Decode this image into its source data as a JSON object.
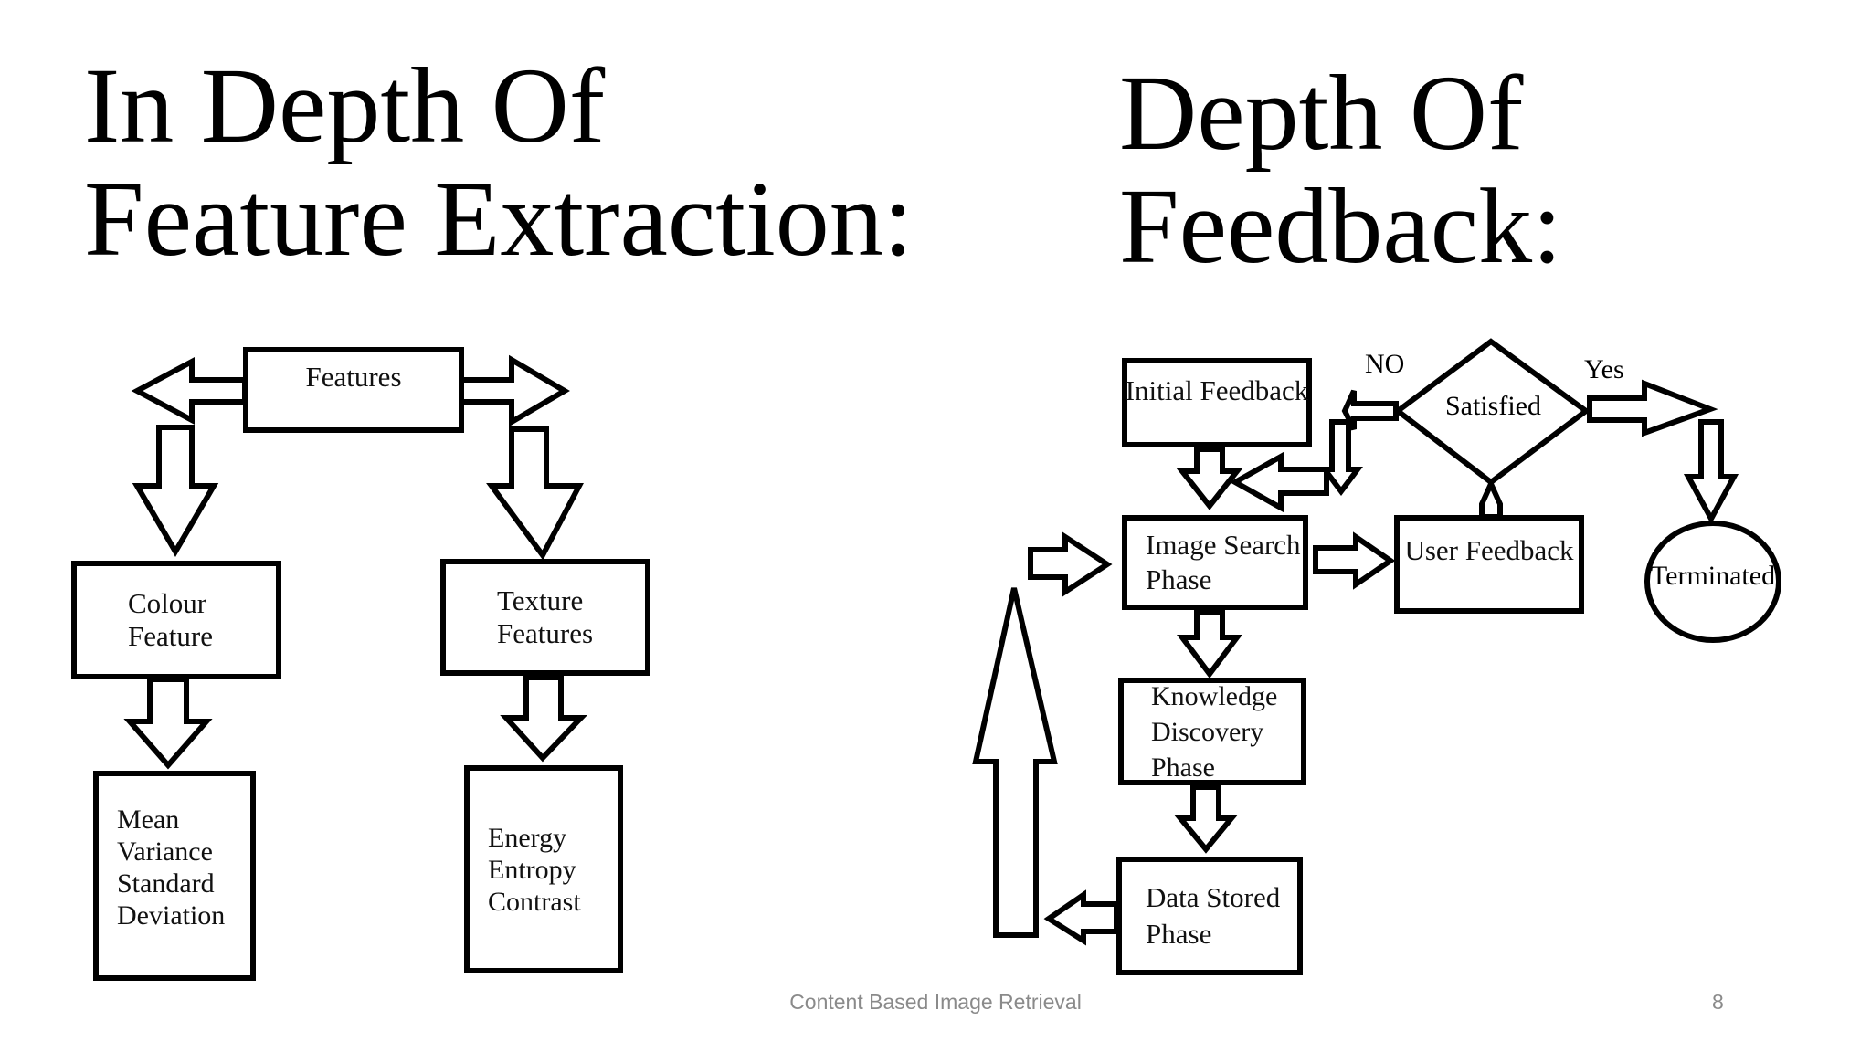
{
  "titles": {
    "left": [
      "In Depth Of",
      "Feature Extraction:"
    ],
    "right": [
      "Depth Of",
      "Feedback:"
    ]
  },
  "feature_diagram": {
    "features": "Features",
    "colour": [
      "Colour",
      "Feature"
    ],
    "texture": [
      "Texture",
      "Features"
    ],
    "colour_metrics": [
      "Mean",
      "Variance",
      "Standard",
      "Deviation"
    ],
    "texture_metrics": [
      "Energy",
      "Entropy",
      "Contrast"
    ]
  },
  "feedback_diagram": {
    "initial": "Initial Feedback",
    "satisfied": "Satisfied",
    "no": "NO",
    "yes": "Yes",
    "image_search": [
      "Image Search",
      "Phase"
    ],
    "user_feedback": "User Feedback",
    "terminated": "Terminated",
    "knowledge": [
      "Knowledge",
      "Discovery",
      "Phase"
    ],
    "data_stored": [
      "Data Stored",
      "Phase"
    ]
  },
  "footer": {
    "text": "Content Based Image Retrieval",
    "page": "8"
  }
}
